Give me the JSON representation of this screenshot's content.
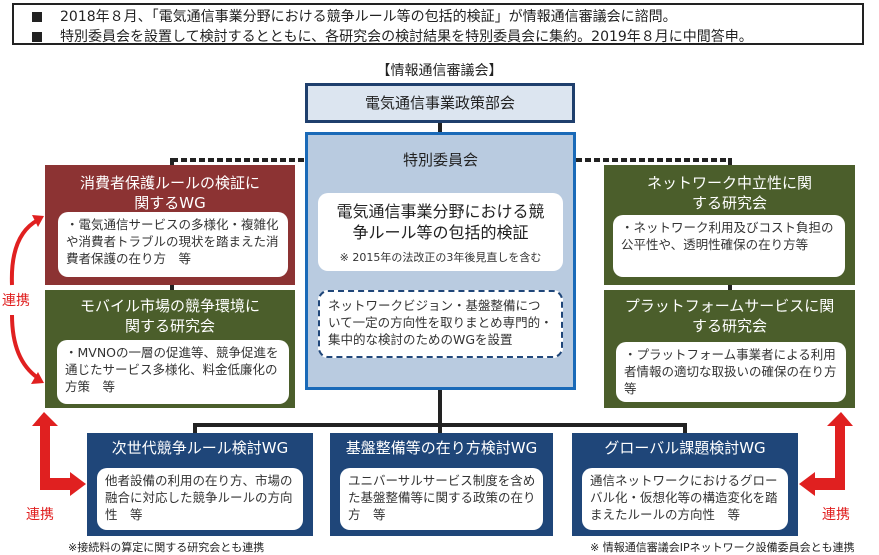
{
  "summary": [
    "2018年８月、「電気通信事業分野における競争ルール等の包括的検証」が情報通信審議会に諮問。",
    "特別委員会を設置して検討するとともに、各研究会の検討結果を特別委員会に集約。2019年８月に中間答申。"
  ],
  "council_label": "【情報通信審議会】",
  "policy_committee": "電気通信事業政策部会",
  "special_committee": {
    "title": "特別委員会",
    "main": "電気通信事業分野における競争ルール等の包括的検証",
    "note": "※ 2015年の法改正の3年後見直しを含む",
    "wg_note": "ネットワークビジョン・基盤整備について一定の方向性を取りまとめ専門的・集中的な検討のためのWGを設置"
  },
  "left": [
    {
      "title": "消費者保護ルールの検証に関するWG",
      "desc": "・電気通信サービスの多様化・複雑化や消費者トラブルの現状を踏まえた消費者保護の在り方　等"
    },
    {
      "title": "モバイル市場の競争環境に関する研究会",
      "desc": "・MVNOの一層の促進等、競争促進を通じたサービス多様化、料金低廉化の方策　等"
    }
  ],
  "right": [
    {
      "title": "ネットワーク中立性に関する研究会",
      "desc": "・ネットワーク利用及びコスト負担の公平性や、透明性確保の在り方等"
    },
    {
      "title": "プラットフォームサービスに関する研究会",
      "desc": "・プラットフォーム事業者による利用者情報の適切な取扱いの確保の在り方　等"
    }
  ],
  "bottom": [
    {
      "title": "次世代競争ルール検討WG",
      "desc": "他者設備の利用の在り方、市場の融合に対応した競争ルールの方向性　等"
    },
    {
      "title": "基盤整備等の在り方検討WG",
      "desc": "ユニバーサルサービス制度を含めた基盤整備等に関する政策の在り方　等"
    },
    {
      "title": "グローバル課題検討WG",
      "desc": "通信ネットワークにおけるグローバル化・仮想化等の構造変化を踏まえたルールの方向性　等"
    }
  ],
  "renkei": "連携",
  "notes": {
    "left": "※接続料の算定に関する研究会とも連携",
    "right": "※ 情報通信審議会IPネットワーク設備委員会とも連携"
  }
}
